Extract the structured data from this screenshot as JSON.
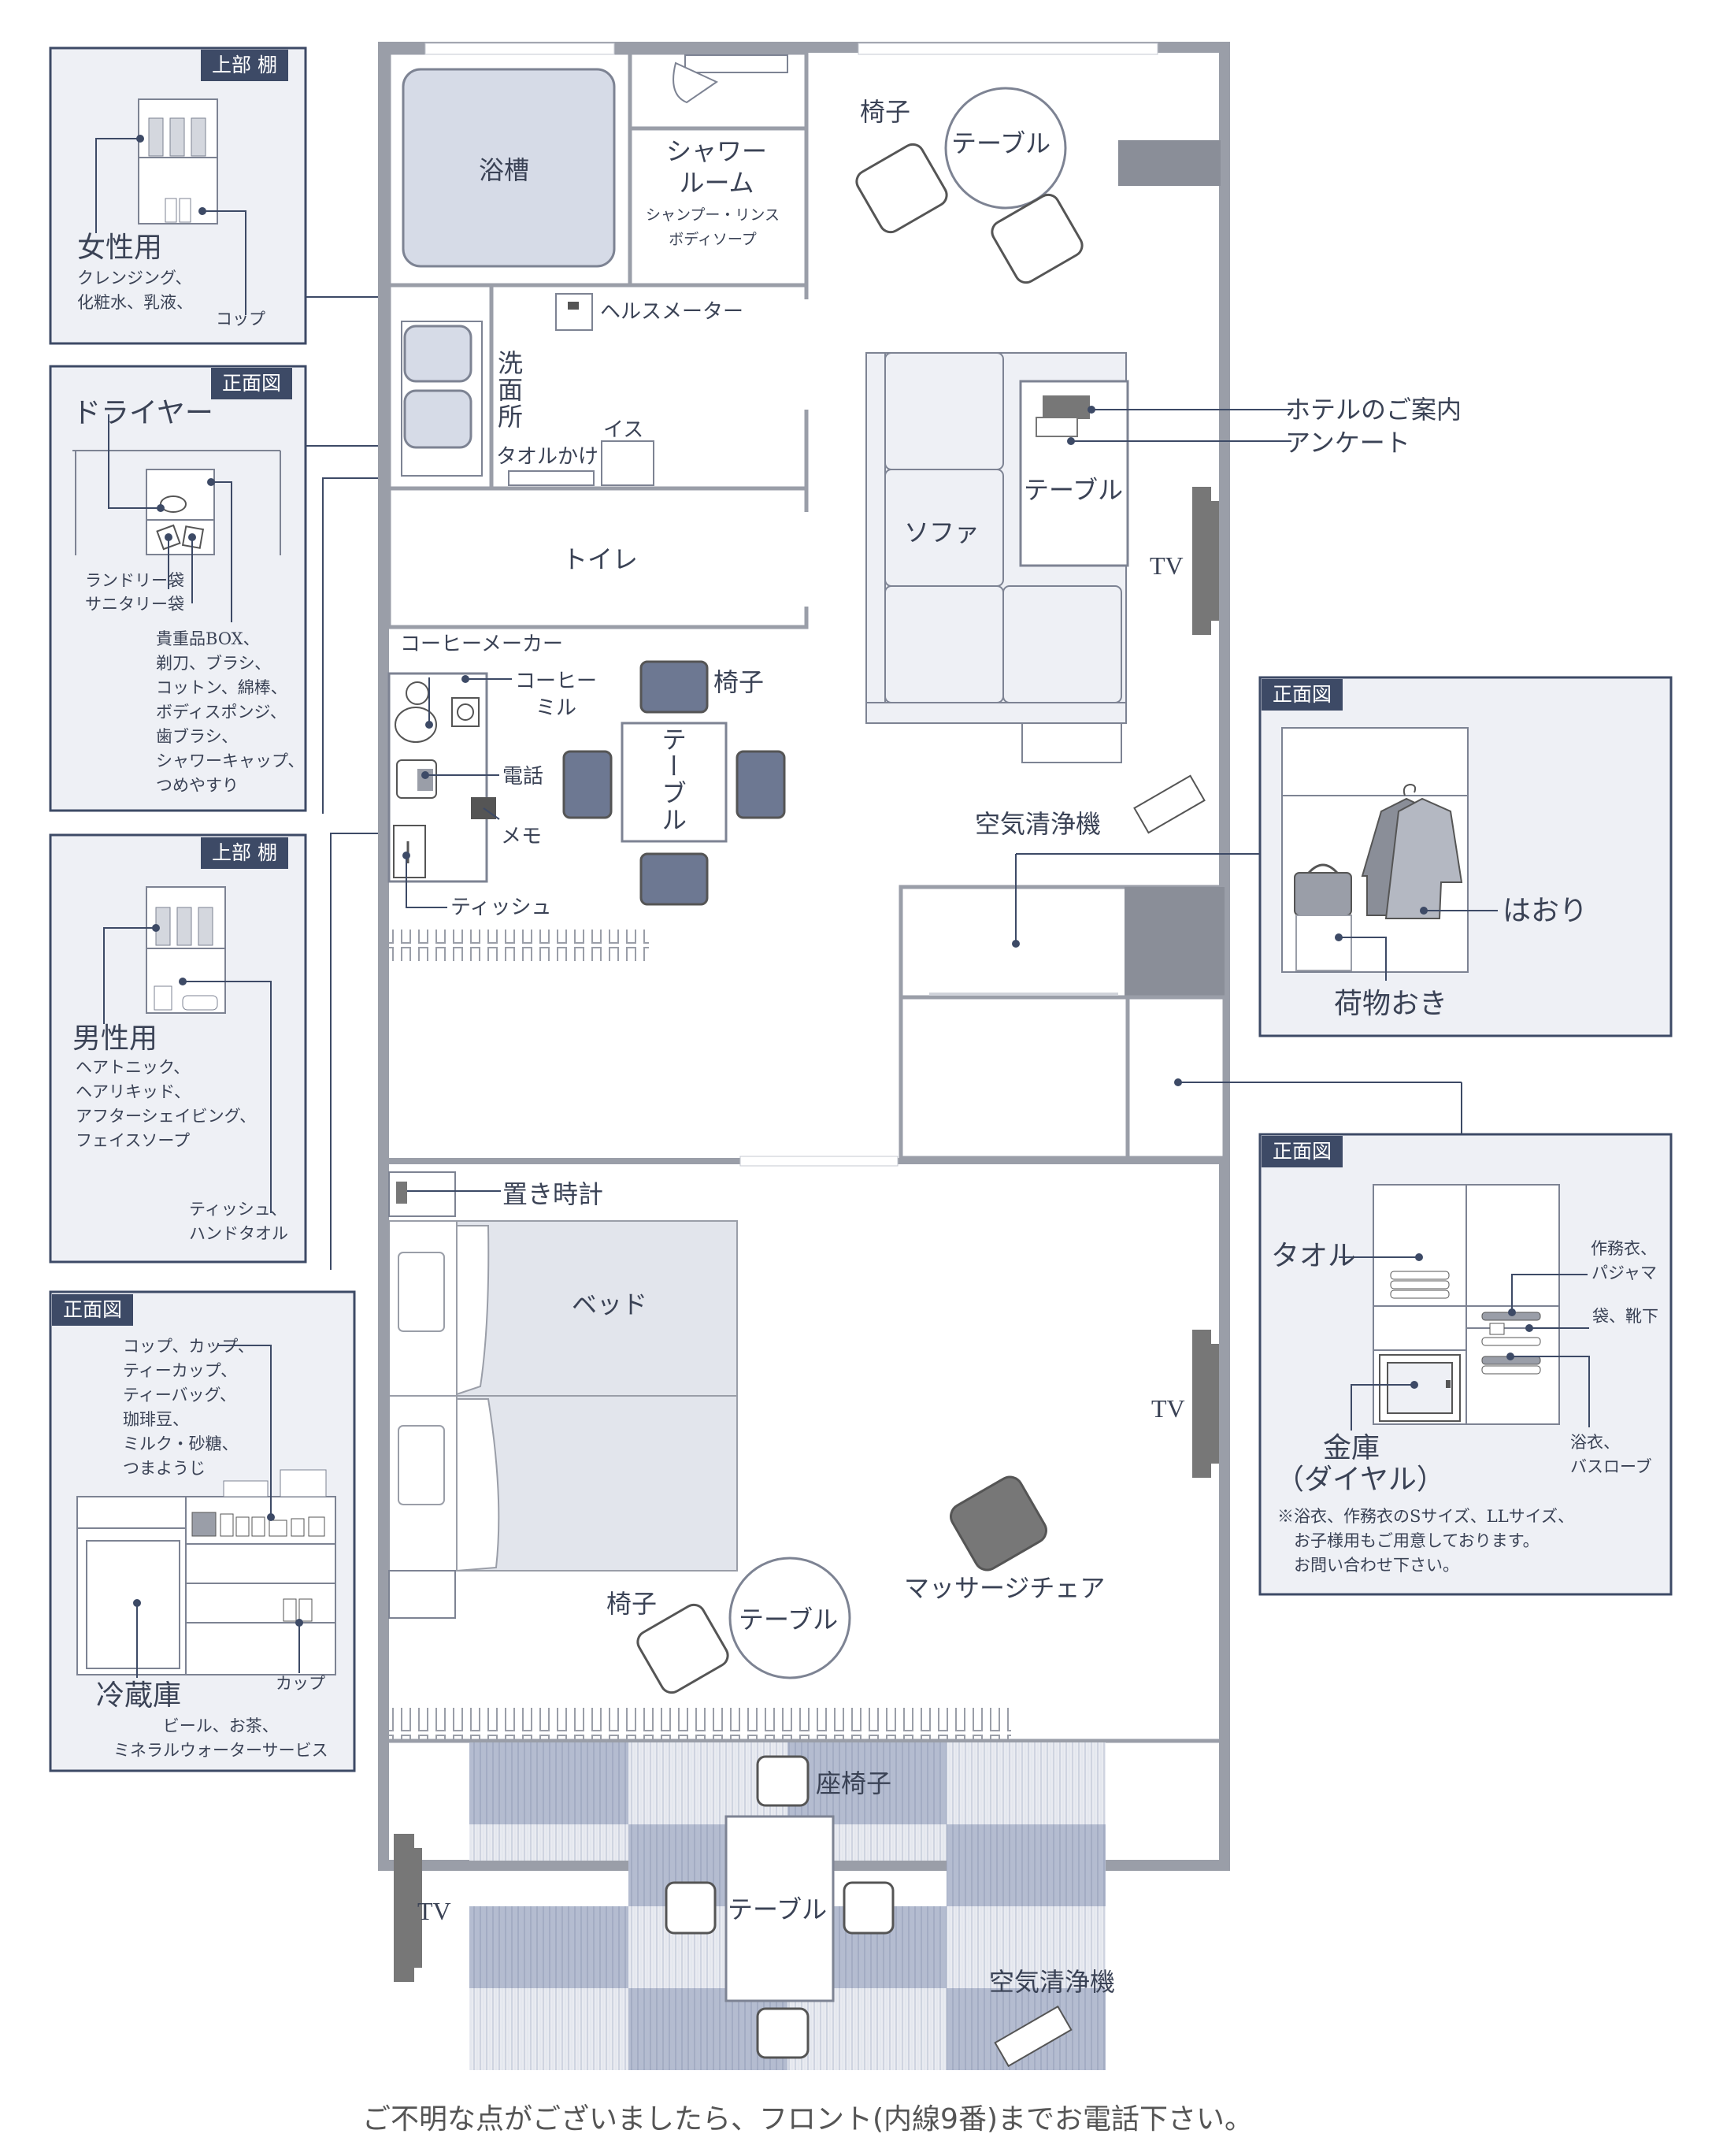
{
  "panels": {
    "women_top_shelf": {
      "tag": "上部 棚",
      "title": "女性用",
      "items": "クレンジング、\n化粧水、乳液、",
      "cup": "コップ"
    },
    "dryer_front": {
      "tag": "正面図",
      "title": "ドライヤー",
      "laundry": "ランドリー袋",
      "sanitary": "サニタリー袋",
      "valuables": "貴重品BOX、\n剃刀、ブラシ、\nコットン、綿棒、\nボディスポンジ、\n歯ブラシ、\nシャワーキャップ、\nつめやすり"
    },
    "men_top_shelf": {
      "tag": "上部 棚",
      "title": "男性用",
      "items": "ヘアトニック、\nヘアリキッド、\nアフターシェイビング、\nフェイスソープ",
      "tissue": "ティッシュ、\nハンドタオル"
    },
    "fridge_front": {
      "tag": "正面図",
      "cups": "コップ、カップ、\nティーカップ、\nティーバッグ、\n珈琲豆、\nミルク・砂糖、\nつまようじ",
      "fridge": "冷蔵庫",
      "drinks": "ビール、お茶、\nミネラルウォーターサービス",
      "cup": "カップ"
    },
    "closet_front": {
      "tag": "正面図",
      "haori": "はおり",
      "luggage": "荷物おき"
    },
    "wardrobe_front": {
      "tag": "正面図",
      "towel": "タオル",
      "samue": "作務衣、\nパジャマ",
      "bags": "袋、靴下",
      "safe": "金庫",
      "dial": "（ダイヤル）",
      "yukata": "浴衣、\nバスローブ",
      "note": "※浴衣、作務衣のSサイズ、LLサイズ、\n　お子様用もご用意しております。\n　お問い合わせ下さい。"
    }
  },
  "rooms": {
    "bathtub": "浴槽",
    "shower": "シャワー\nルーム",
    "shower_amenities": "シャンプー・リンス\nボディソープ",
    "health_meter": "ヘルスメーター",
    "washroom": "洗面所",
    "towel_rack": "タオルかけ",
    "stool": "イス",
    "toilet": "トイレ",
    "coffee_maker": "コーヒーメーカー",
    "coffee_mill": "コーヒー\nミル",
    "phone": "電話",
    "memo": "メモ",
    "tissue": "ティッシュ",
    "chair": "椅子",
    "table": "テーブル",
    "sofa": "ソファ",
    "hotel_guide": "ホテルのご案内",
    "survey": "アンケート",
    "tv": "TV",
    "air_purifier": "空気清浄機",
    "clock": "置き時計",
    "bed": "ベッド",
    "massage_chair": "マッサージチェア",
    "floor_chair": "座椅子"
  },
  "footer": "ご不明な点がございましたら、フロント(内線9番)までお電話下さい。"
}
